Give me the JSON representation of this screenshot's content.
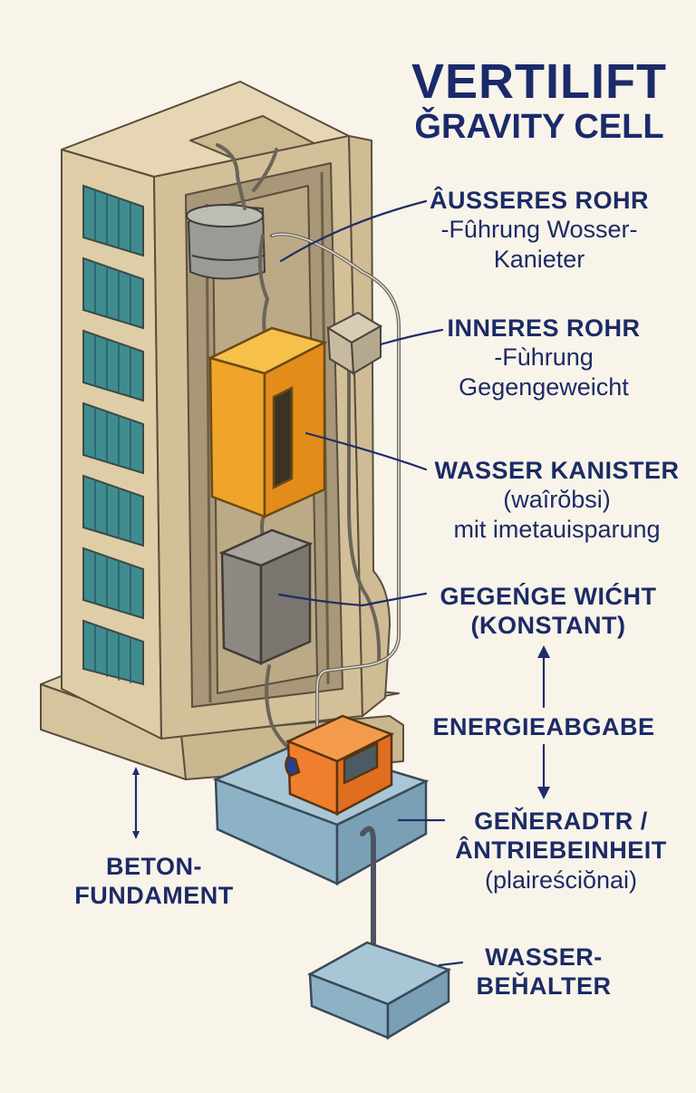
{
  "title": {
    "line1": "VERTILIFT",
    "line2": "ǦRAVITY CELL"
  },
  "labels": {
    "outer_pipe": [
      "ÂUSSERES ROHR",
      "-Fûhrung Wosser-",
      "Kanieter"
    ],
    "inner_pipe": [
      "INNERES ROHR",
      "-Fùhrung",
      "Gegengeweicht"
    ],
    "water_canister": [
      "WASSER KANISTER",
      "(waîrŏbsi)",
      "mit imetauisparung"
    ],
    "counterweight": [
      "GEGEŃGE WIĆHT",
      "(KONSTANT)"
    ],
    "energy": [
      "ENERGIEABGABE"
    ],
    "generator": [
      "GEŇERADTR /",
      "ÂNTRIEBEINHEIT",
      "(plaireściŏnai)"
    ],
    "foundation": [
      "BETON-",
      "FUNDAMENT"
    ],
    "water_tank": [
      "WASSER-",
      "BEȞALTER"
    ]
  },
  "colors": {
    "background": "#f8f4ea",
    "building": "#dccaa5",
    "window": "#3f8c90",
    "canister": "#f0a429",
    "counterweight": "#8e8a82",
    "generator": "#ef7f2e",
    "base": "#8db2c6",
    "label_text": "#1c2b66"
  }
}
